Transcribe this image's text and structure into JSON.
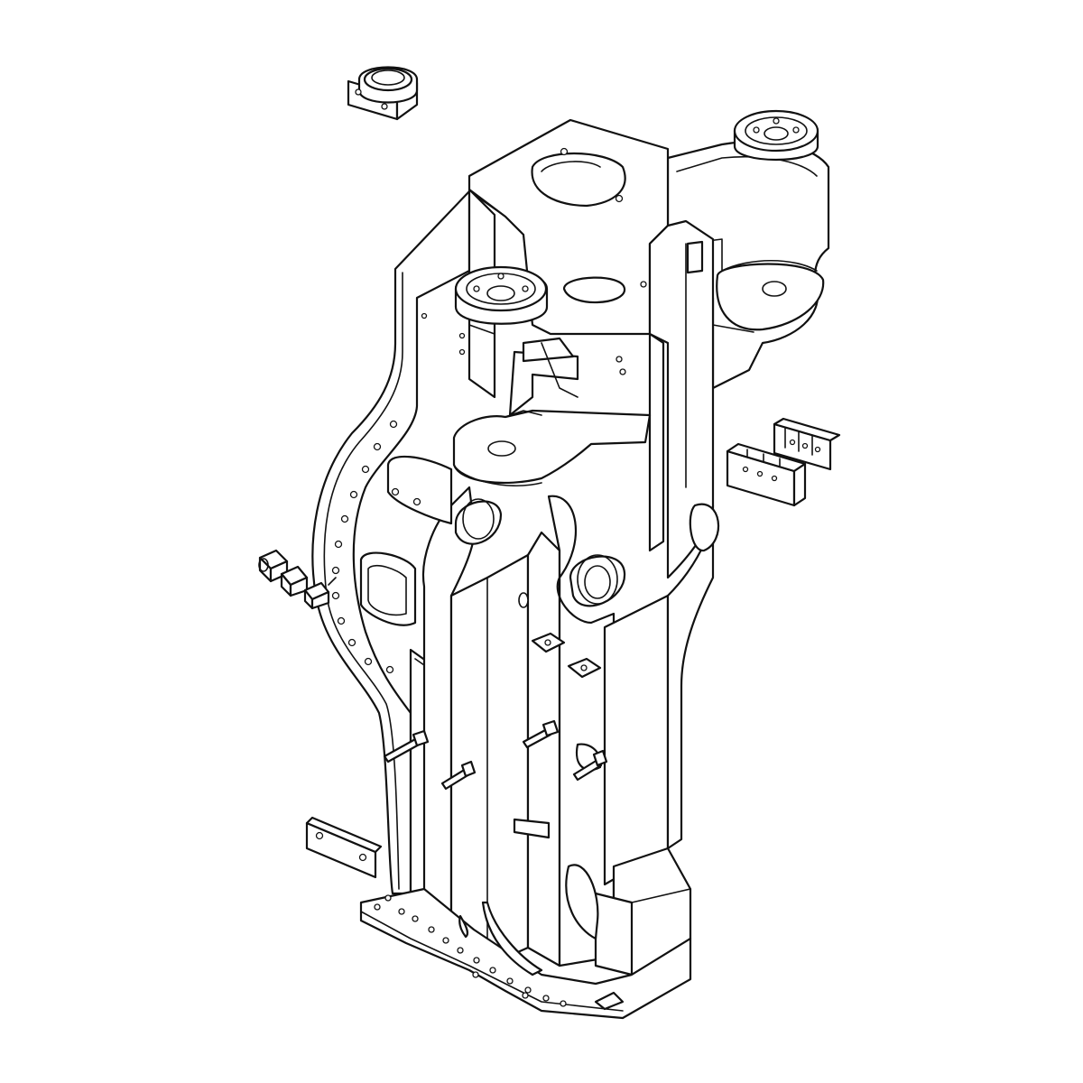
{
  "figure": {
    "kind": "exploded isometric line drawing",
    "stroke_color": "#111111",
    "background_color": "#ffffff"
  },
  "parts": [
    "main-frame-weldment",
    "upper-mount-plate",
    "lower-mount-bracket",
    "bushing-top-left",
    "bushing-top-right",
    "detached-bracket-top",
    "spacer-block-pair",
    "bushing-set-left",
    "side-shim-plate",
    "bolt-set"
  ]
}
